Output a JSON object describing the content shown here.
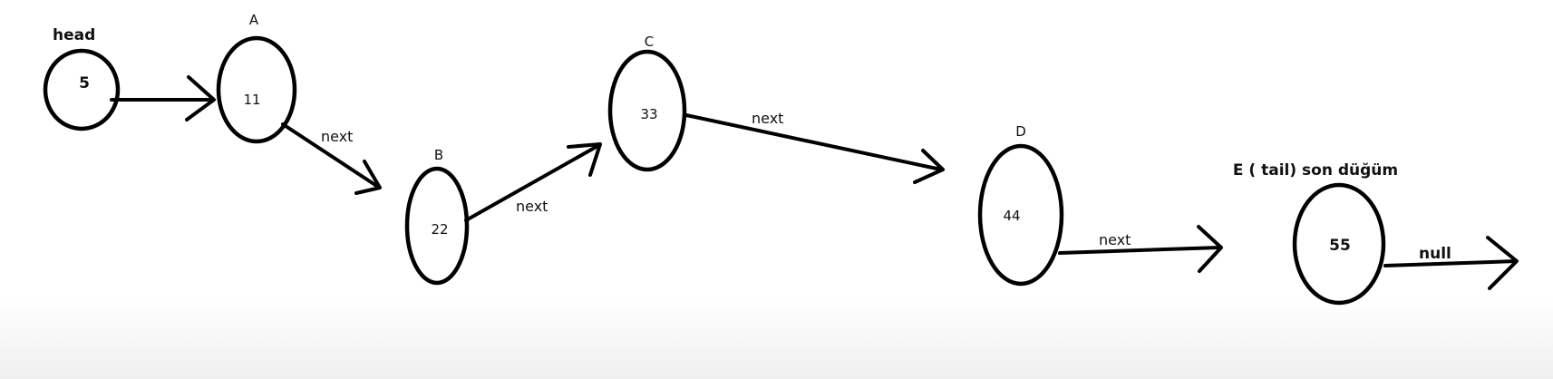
{
  "nodes": [
    {
      "id": "head",
      "label": "head",
      "value": "5"
    },
    {
      "id": "A",
      "label": "A",
      "value": "11"
    },
    {
      "id": "B",
      "label": "B",
      "value": "22"
    },
    {
      "id": "C",
      "label": "C",
      "value": "33"
    },
    {
      "id": "D",
      "label": "D",
      "value": "44"
    },
    {
      "id": "E",
      "label": "E ( tail) son düğüm",
      "value": "55"
    }
  ],
  "edges": [
    {
      "from": "head",
      "to": "A",
      "label": ""
    },
    {
      "from": "A",
      "to": "B",
      "label": "next"
    },
    {
      "from": "B",
      "to": "C",
      "label": "next"
    },
    {
      "from": "C",
      "to": "D",
      "label": "next"
    },
    {
      "from": "D",
      "to": "",
      "label": "next"
    },
    {
      "from": "E",
      "to": "",
      "label": "null"
    }
  ],
  "colors": {
    "background": "#ffffff",
    "stroke": "#000000",
    "text": "#111111",
    "footer_fade": "#f0f0f0"
  }
}
